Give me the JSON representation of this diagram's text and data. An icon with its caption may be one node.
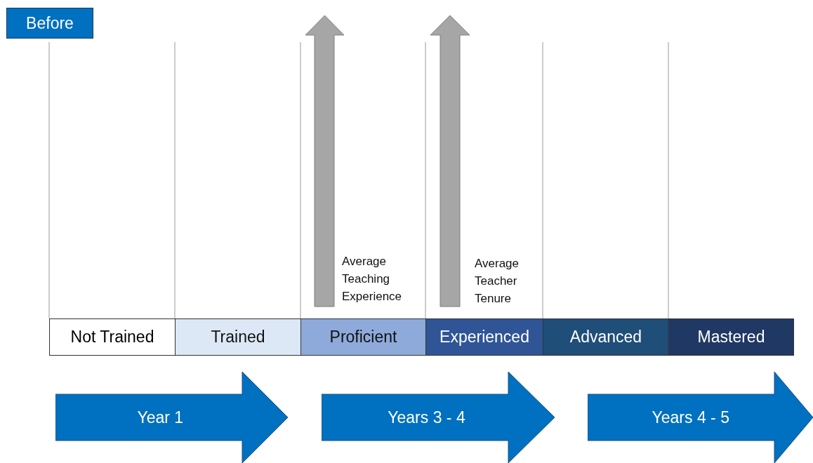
{
  "diagram": {
    "nodes": [
      {
        "text": [
          "Not Trained"
        ]
      },
      {
        "text": [
          "Trained"
        ]
      },
      {
        "text": [
          "Proficient"
        ]
      },
      {
        "text": [
          "Experienced"
        ]
      },
      {
        "text": [
          "Advanced"
        ]
      },
      {
        "text": [
          "Mastered"
        ]
      },
      {
        "text": [
          "Year 1"
        ]
      },
      {
        "text": [
          "Years 3 - 4"
        ]
      },
      {
        "text": [
          "Years 4 - 5"
        ]
      }
    ],
    "edges": [],
    "labels": [
      "Before",
      "Average Teaching Experience",
      "Average Teacher Tenure"
    ]
  }
}
